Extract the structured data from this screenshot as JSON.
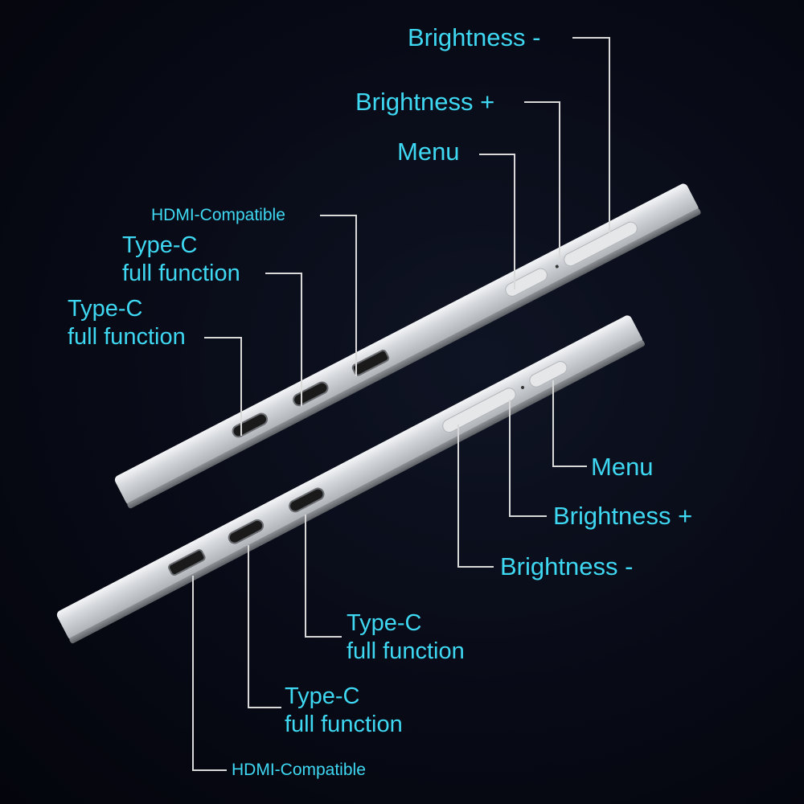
{
  "colors": {
    "label": "#3fd8f2",
    "leader": "#d9d9d9",
    "background": "#060812",
    "device_body": "#c9ccd0"
  },
  "top_device": {
    "labels": {
      "brightness_minus": "Brightness -",
      "brightness_plus": "Brightness +",
      "menu": "Menu",
      "hdmi": "HDMI-Compatible",
      "typec_2_line1": "Type-C",
      "typec_2_line2": "full function",
      "typec_1_line1": "Type-C",
      "typec_1_line2": "full function"
    }
  },
  "bottom_device": {
    "labels": {
      "menu": "Menu",
      "brightness_plus": "Brightness +",
      "brightness_minus": "Brightness -",
      "typec_1_line1": "Type-C",
      "typec_1_line2": "full function",
      "typec_2_line1": "Type-C",
      "typec_2_line2": "full function",
      "hdmi": "HDMI-Compatible"
    }
  }
}
